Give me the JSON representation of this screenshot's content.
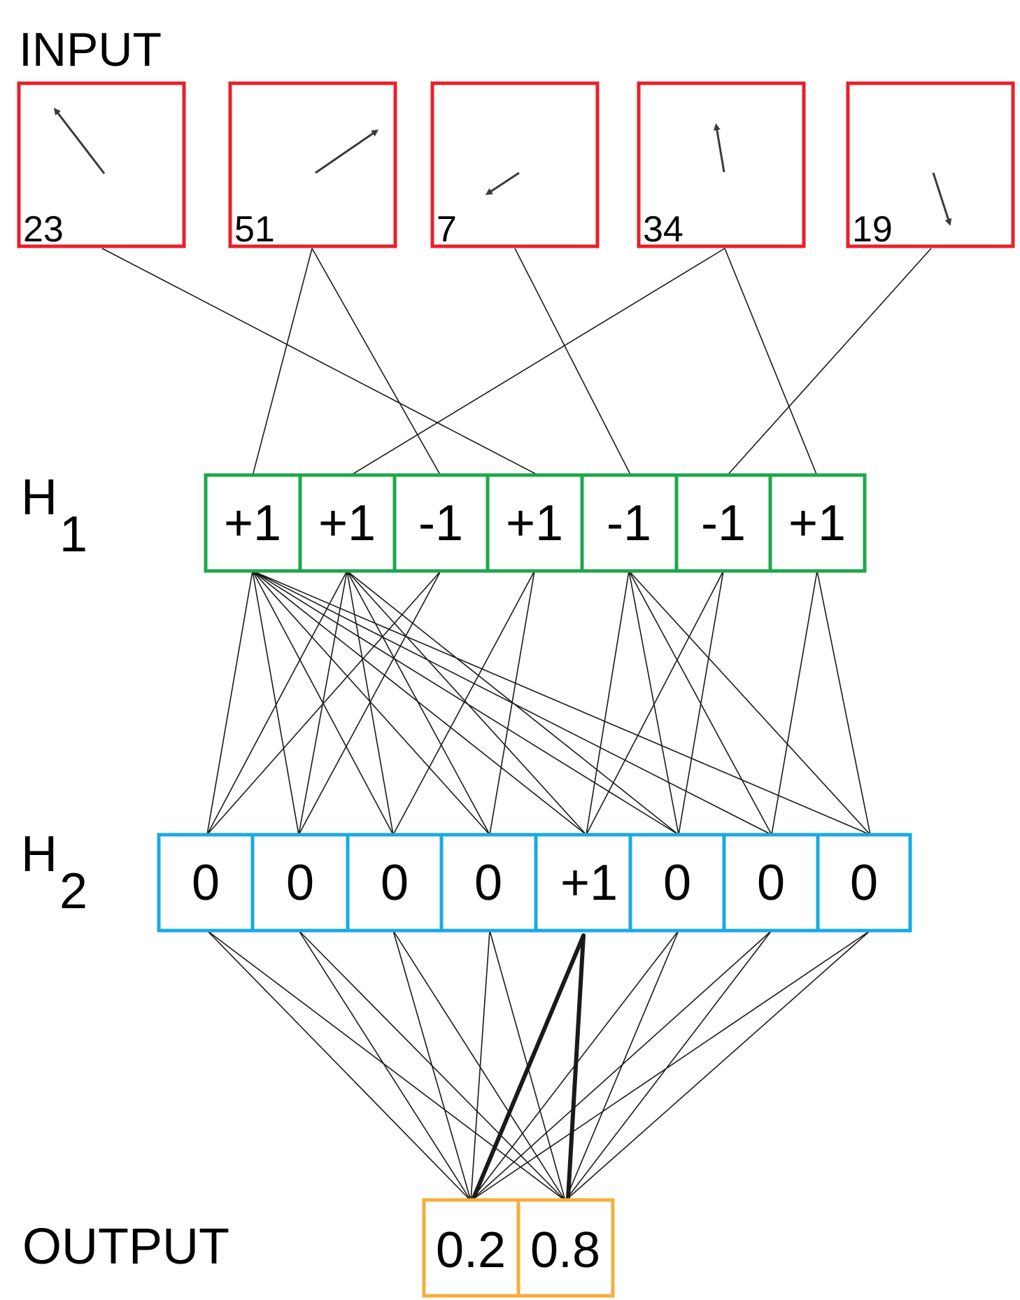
{
  "colors": {
    "input_border": "#e8202a",
    "h1_border": "#1fa74b",
    "h2_border": "#1aaae2",
    "output_border": "#f5ae3c",
    "edge": "#1a1a1a",
    "arrow": "#3a3a3a"
  },
  "labels": {
    "input": "INPUT",
    "h1_main": "H",
    "h1_sub": "1",
    "h2_main": "H",
    "h2_sub": "2",
    "output": "OUTPUT"
  },
  "input_nodes": [
    {
      "number": "23",
      "arrow_icon": "arrow-up-left-icon"
    },
    {
      "number": "51",
      "arrow_icon": "arrow-up-right-icon"
    },
    {
      "number": "7",
      "arrow_icon": "arrow-down-left-icon"
    },
    {
      "number": "34",
      "arrow_icon": "arrow-up-icon"
    },
    {
      "number": "19",
      "arrow_icon": "arrow-down-icon"
    }
  ],
  "h1_nodes": [
    "+1",
    "+1",
    "-1",
    "+1",
    "-1",
    "-1",
    "+1"
  ],
  "h2_nodes": [
    "0",
    "0",
    "0",
    "0",
    "+1",
    "0",
    "0",
    "0"
  ],
  "output_nodes": [
    "0.2",
    "0.8"
  ]
}
